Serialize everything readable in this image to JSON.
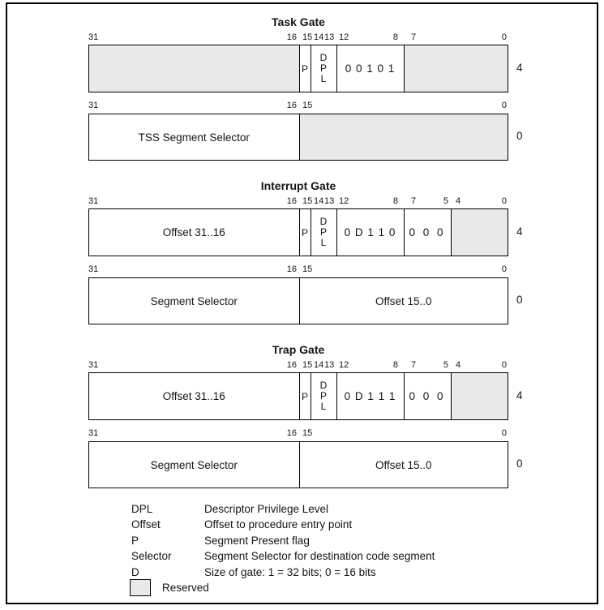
{
  "colors": {
    "reserved_fill": "#e9e9e9",
    "border": "#000000",
    "text": "#14141c"
  },
  "bits": {
    "b31": "31",
    "b16": "16",
    "b15": "15",
    "b14": "14",
    "b13": "13",
    "b12": "12",
    "b8": "8",
    "b7": "7",
    "b5": "5",
    "b4": "4",
    "b0": "0"
  },
  "gates": {
    "task": {
      "title": "Task Gate",
      "row4": {
        "p": "P",
        "dpl": "DPL",
        "bits12_8": "0 0 1 0 1",
        "offset_label": "4"
      },
      "row0": {
        "left": "TSS Segment Selector",
        "offset_label": "0"
      }
    },
    "interrupt": {
      "title": "Interrupt Gate",
      "row4": {
        "left": "Offset 31..16",
        "p": "P",
        "dpl": "DPL",
        "bits12_8": "0 D 1 1 0",
        "bits7_5": "0 0 0",
        "offset_label": "4"
      },
      "row0": {
        "left": "Segment Selector",
        "right": "Offset 15..0",
        "offset_label": "0"
      }
    },
    "trap": {
      "title": "Trap Gate",
      "row4": {
        "left": "Offset 31..16",
        "p": "P",
        "dpl": "DPL",
        "bits12_8": "0 D 1 1 1",
        "bits7_5": "0 0 0",
        "offset_label": "4"
      },
      "row0": {
        "left": "Segment Selector",
        "right": "Offset 15..0",
        "offset_label": "0"
      }
    }
  },
  "legend": {
    "items": [
      {
        "term": "DPL",
        "definition": "Descriptor Privilege Level"
      },
      {
        "term": "Offset",
        "definition": "Offset to procedure entry point"
      },
      {
        "term": "P",
        "definition": "Segment Present flag"
      },
      {
        "term": "Selector",
        "definition": "Segment Selector for destination code segment"
      },
      {
        "term": "D",
        "definition": "Size of gate: 1 = 32 bits; 0 = 16 bits"
      }
    ],
    "reserved_label": "Reserved"
  }
}
